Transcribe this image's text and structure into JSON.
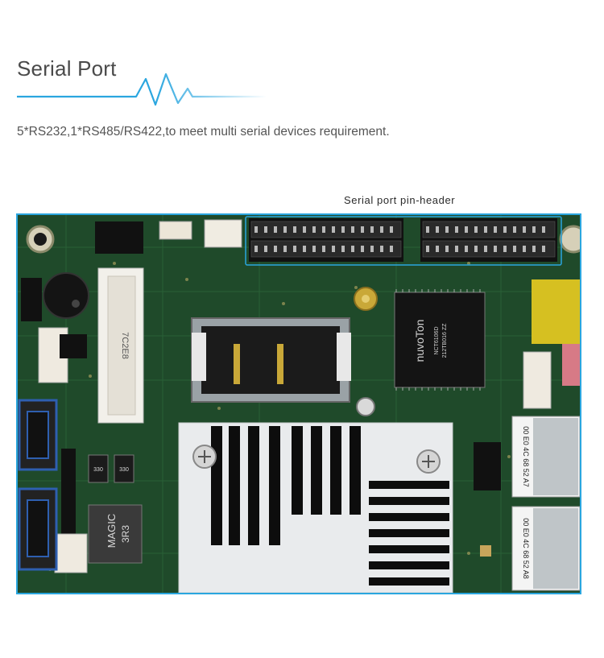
{
  "section": {
    "title": "Serial Port",
    "description": "5*RS232,1*RS485/RS422,to meet multi serial devices requirement."
  },
  "figure": {
    "caption": "Serial port pin-header",
    "chip_brand": "nuvoTon",
    "chip_model_1": "NCT6106D",
    "chip_model_2": "212TB016 ZZ",
    "magic_line1": "MAGIC",
    "magic_line2": "3R3",
    "sodimm_label": "7C2E8",
    "module_code_1": "00 E0 4C 68 52 A7",
    "module_code_2": "00 E0 4C 68 52 A8",
    "cap_label_1": "330",
    "cap_label_2": "330"
  },
  "colors": {
    "accent": "#2aa6df",
    "pcb": "#1f4a2a",
    "heatsink": "#e9ebed"
  }
}
